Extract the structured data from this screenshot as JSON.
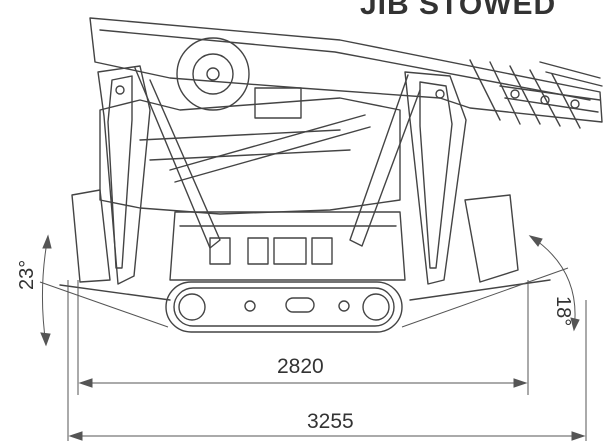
{
  "title": "JIB STOWED",
  "dimensions": {
    "inner_width": "2820",
    "overall_width": "3255"
  },
  "angles": {
    "left": "23°",
    "right": "18°"
  }
}
